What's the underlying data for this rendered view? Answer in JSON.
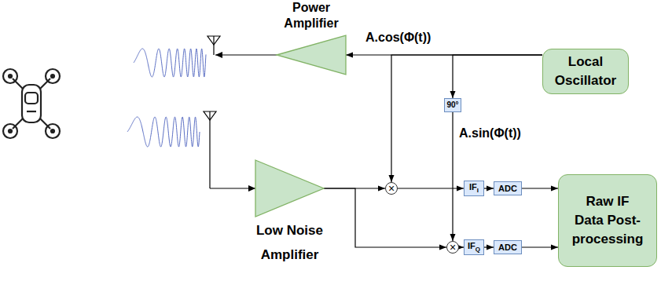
{
  "diagram": {
    "nodes": [
      {
        "text": [
          "Power Amplifier"
        ]
      },
      {
        "text": [
          "Local Oscillator"
        ]
      },
      {
        "text": [
          "90°"
        ]
      },
      {
        "text": [
          "Low Noise Amplifier"
        ]
      },
      {
        "text": [
          "×"
        ]
      },
      {
        "text": [
          "×"
        ]
      },
      {
        "text": [
          "IF",
          "I"
        ]
      },
      {
        "text": [
          "ADC"
        ]
      },
      {
        "text": [
          "IF",
          "Q"
        ]
      },
      {
        "text": [
          "ADC"
        ]
      },
      {
        "text": [
          "Raw IF Data Post-processing"
        ]
      }
    ],
    "edges": [
      {
        "from": 1,
        "to": 0,
        "arrow": "to",
        "label": "A.cos(Φ(t))"
      },
      {
        "from": 1,
        "to": 4,
        "arrow": "to"
      },
      {
        "from": 1,
        "to": 2,
        "arrow": "to"
      },
      {
        "from": 2,
        "to": 5,
        "arrow": "to",
        "label": "A.sin(Φ(t))"
      },
      {
        "from": 3,
        "to": 4,
        "arrow": "to"
      },
      {
        "from": 3,
        "to": 5,
        "arrow": "to"
      },
      {
        "from": 4,
        "to": 6,
        "arrow": "to"
      },
      {
        "from": 6,
        "to": 7,
        "arrow": "to"
      },
      {
        "from": 7,
        "to": 10,
        "arrow": "to"
      },
      {
        "from": 5,
        "to": 8,
        "arrow": "to"
      },
      {
        "from": 8,
        "to": 9,
        "arrow": "to"
      },
      {
        "from": 9,
        "to": 10,
        "arrow": "to"
      }
    ]
  }
}
